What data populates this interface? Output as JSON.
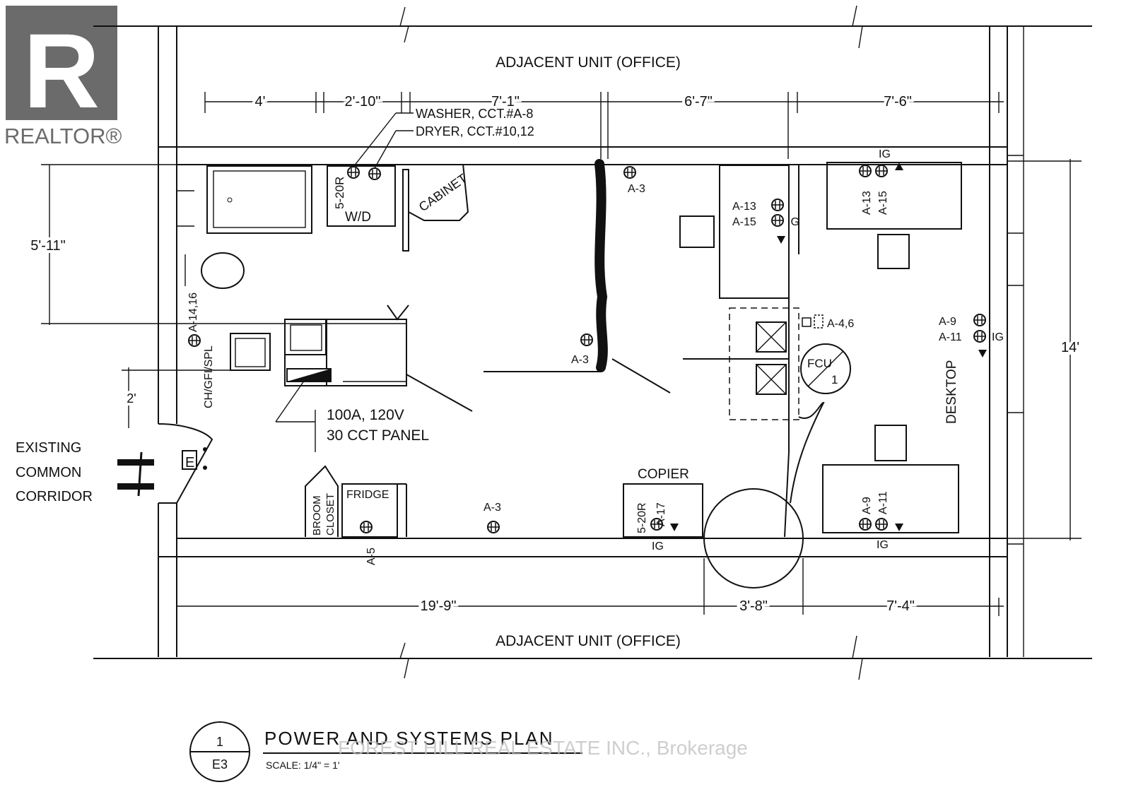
{
  "logo": {
    "label": "REALTOR®",
    "mark": "R"
  },
  "watermark": "FOREST HILL REAL ESTATE INC., Brokerage",
  "labels": {
    "adjacent_top": "ADJACENT UNIT (OFFICE)",
    "adjacent_bottom": "ADJACENT UNIT (OFFICE)",
    "existing": "EXISTING",
    "common": "COMMON",
    "corridor": "CORRIDOR",
    "washer": "WASHER, CCT.#A-8",
    "dryer": "DRYER, CCT.#10,12",
    "cabinet": "CABINET",
    "wd": "W/D",
    "r520_top": "5-20R",
    "panel_line1": "100A, 120V",
    "panel_line2": "30 CCT PANEL",
    "fridge": "FRIDGE",
    "broom": "BROOM",
    "closet": "CLOSET",
    "copier": "COPIER",
    "r520_copier": "5-20R",
    "desktop": "DESKTOP",
    "fcu": "FCU",
    "fcu_num": "1",
    "e_box": "E",
    "ch_gfi": "CH/GFI/SPL",
    "a1416": "A-14,16",
    "a3_top": "A-3",
    "a3_mid": "A-3",
    "a3_bottom": "A-3",
    "a5": "A-5",
    "a13_left": "A-13",
    "a15_left": "A-15",
    "ig_left": "IG",
    "a13_right": "A-13",
    "a15_right": "A-15",
    "ig_top": "IG",
    "a46": "A-4,6",
    "a9_right": "A-9",
    "a11_right": "A-11",
    "ig_right": "IG",
    "a9_bottom": "A-9",
    "a11_bottom": "A-11",
    "ig_bottom": "IG",
    "a17": "A-17",
    "ig_copier": "IG"
  },
  "dimensions": {
    "d4": "4'",
    "d210": "2'-10\"",
    "d71": "7'-1\"",
    "d67": "6'-7\"",
    "d76": "7'-6\"",
    "d511": "5'-11\"",
    "d2": "2'",
    "d14": "14'",
    "d199": "19'-9\"",
    "d38": "3'-8\"",
    "d74": "7'-4\""
  },
  "title_block": {
    "number": "1",
    "sheet": "E3",
    "title": "POWER AND SYSTEMS PLAN",
    "scale": "SCALE: 1/4\" = 1'"
  }
}
